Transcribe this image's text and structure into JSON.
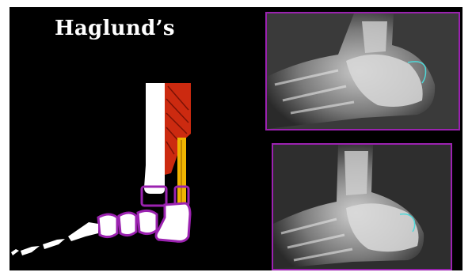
{
  "title": "Haglund’s",
  "colors": {
    "background": "#000000",
    "highlight_outline": "#9b22b0",
    "achilles_muscle": "#cc2a10",
    "achilles_tendon": "#f0b400",
    "bone": "#ffffff",
    "heel_curve": "#4fd8d8"
  },
  "images": [
    {
      "name": "lateral-ankle-xray-top"
    },
    {
      "name": "lateral-ankle-xray-bottom"
    }
  ]
}
